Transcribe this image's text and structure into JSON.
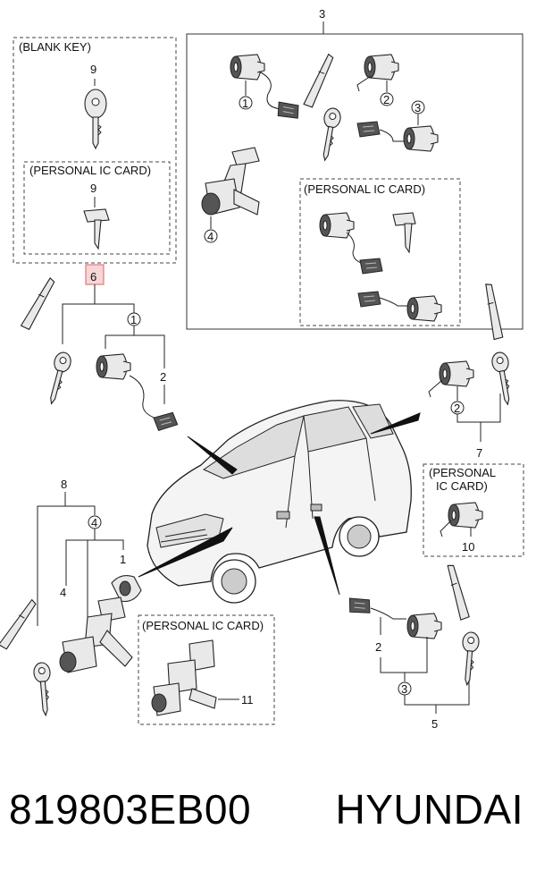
{
  "diagram": {
    "boxes": {
      "blank_key": "(BLANK KEY)",
      "ic_card_a": "(PERSONAL IC CARD)",
      "ic_card_b": "(PERSONAL IC CARD)",
      "ic_card_c_line1": "(PERSONAL",
      "ic_card_c_line2": "IC CARD)",
      "ic_card_d": "(PERSONAL IC CARD)"
    },
    "labels": {
      "n3_top": "3",
      "n9_blank": "9",
      "n9_card": "9",
      "n6": "6",
      "n1_a": "1",
      "n2_a": "2",
      "n1_b": "1",
      "n2_b": "2",
      "n3_b": "3",
      "n4_b": "4",
      "n2_c": "2",
      "n7": "7",
      "n10": "10",
      "n8": "8",
      "n4_c": "4",
      "n4_d": "4",
      "n1_c": "1",
      "n11": "11",
      "n2_d": "2",
      "n3_d": "3",
      "n5": "5"
    },
    "highlight_color": "#e06060"
  },
  "footer": {
    "part_number": "819803EB00",
    "brand": "HYUNDAI"
  }
}
